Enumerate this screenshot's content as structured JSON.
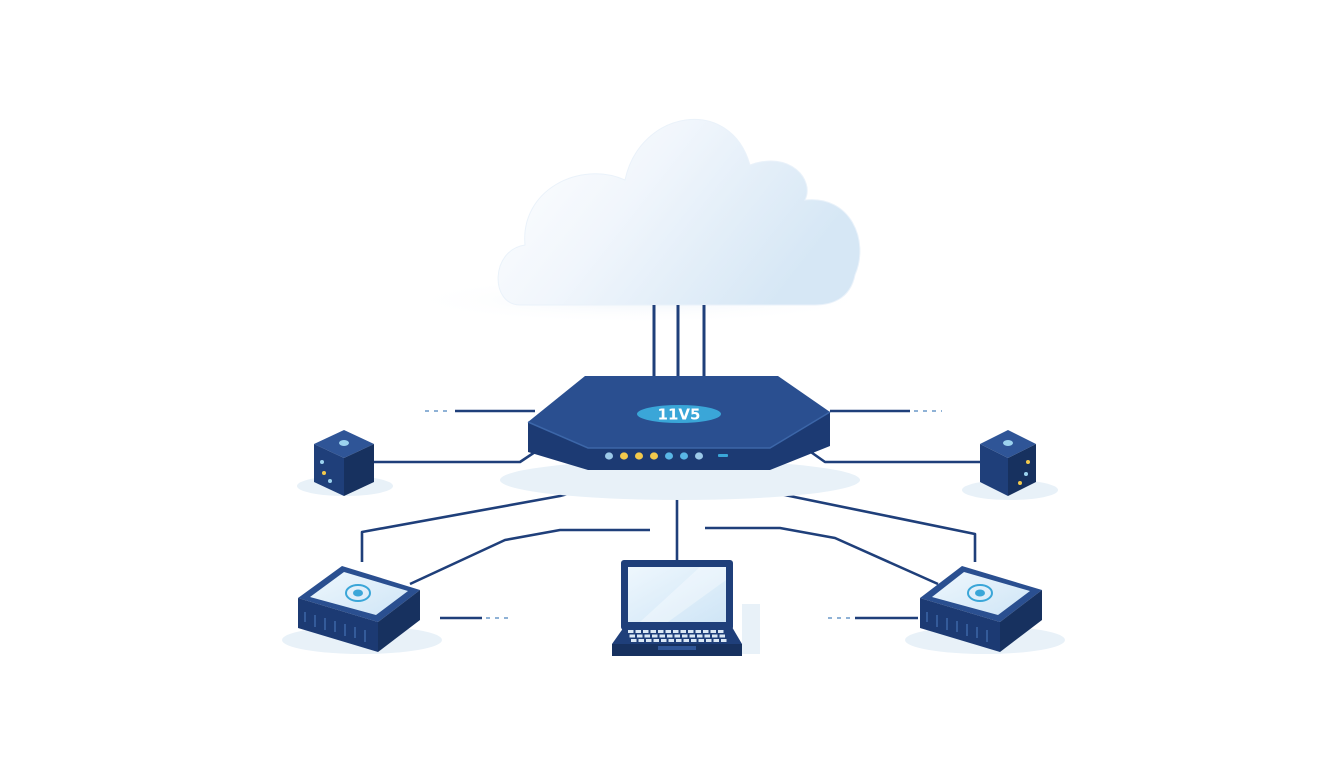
{
  "router": {
    "label": "11V5",
    "leds": [
      "#9cc9e8",
      "#f2c94c",
      "#f2c94c",
      "#f2c94c",
      "#59b6e6",
      "#59b6e6",
      "#9cc9e8"
    ]
  },
  "colors": {
    "navy": "#1f3f7a",
    "navy_dark": "#17315f",
    "navy_light": "#2f5597",
    "cloud": "#e3eff9",
    "screen": "#d7ebf8",
    "accent": "#3aa6d8",
    "shadow": "#e6f0f8"
  },
  "nodes": [
    {
      "id": "cloud",
      "icon": "cloud-icon"
    },
    {
      "id": "router",
      "icon": "router-icon"
    },
    {
      "id": "cube-left",
      "icon": "server-cube-icon"
    },
    {
      "id": "cube-right",
      "icon": "server-cube-icon"
    },
    {
      "id": "switch-left",
      "icon": "network-switch-icon"
    },
    {
      "id": "switch-right",
      "icon": "network-switch-icon"
    },
    {
      "id": "laptop",
      "icon": "laptop-icon"
    }
  ]
}
